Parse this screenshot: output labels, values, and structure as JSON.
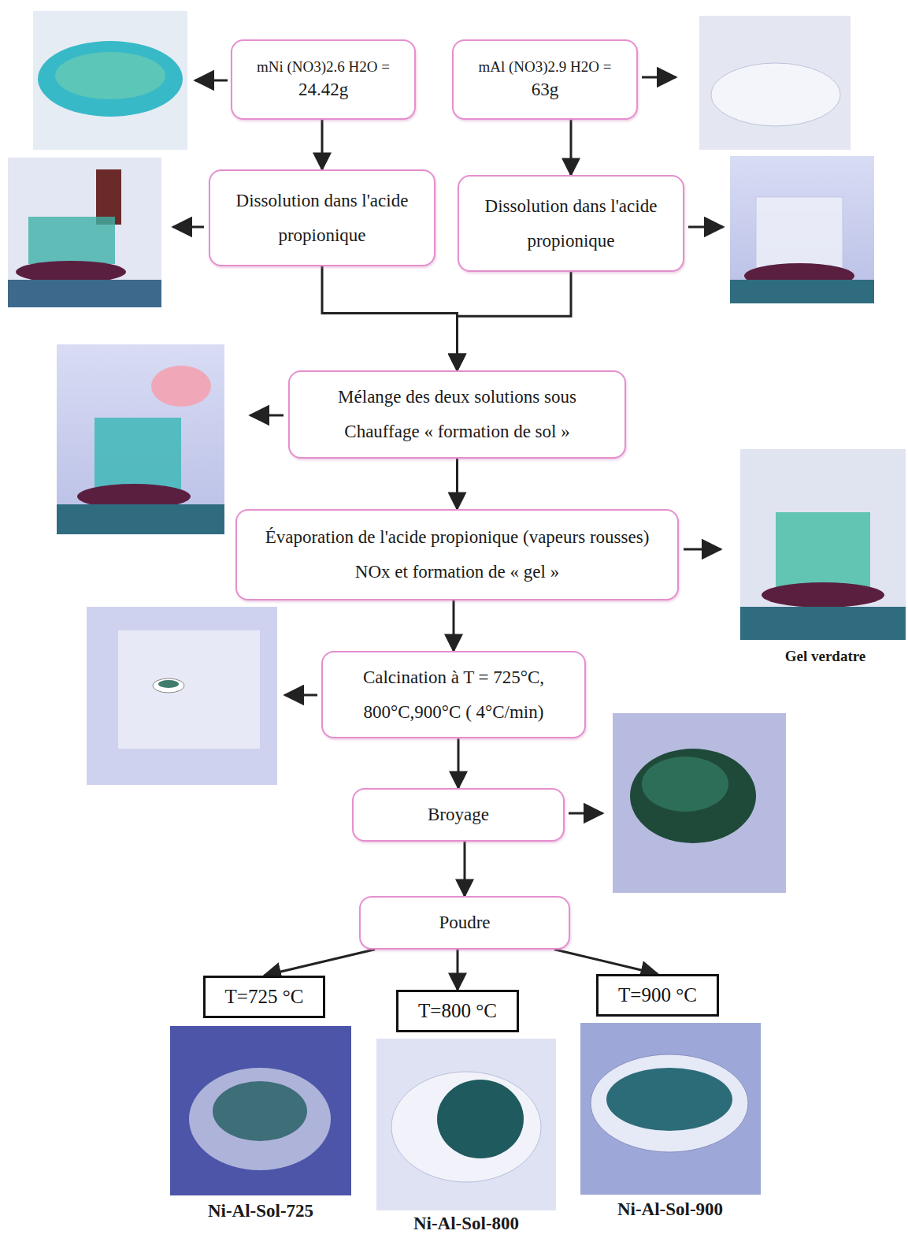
{
  "diagram": {
    "nodes": [
      {
        "text": [
          "mNi (NO3)2.6 H2O =",
          "24.42g"
        ]
      },
      {
        "text": [
          "mAl (NO3)2.9 H2O =",
          "63g"
        ]
      },
      {
        "text": [
          "Dissolution dans l'acide propionique"
        ]
      },
      {
        "text": [
          "Dissolution dans l'acide propionique"
        ]
      },
      {
        "text": [
          "Mélange des deux solutions sous Chauffage « formation de sol »"
        ]
      },
      {
        "text": [
          "Évaporation de l'acide propionique (vapeurs rousses) NOx et formation de « gel »"
        ]
      },
      {
        "text": [
          "Calcination à T = 725°C, 800°C,900°C ( 4°C/min)"
        ]
      },
      {
        "text": [
          "Broyage"
        ]
      },
      {
        "text": [
          "Poudre"
        ]
      },
      {
        "text": [
          "T=725 °C"
        ]
      },
      {
        "text": [
          "T=800 °C"
        ]
      },
      {
        "text": [
          "T=900 °C"
        ]
      }
    ],
    "edges": [
      {
        "from": 0,
        "to": 2,
        "arrow": "to"
      },
      {
        "from": 1,
        "to": 3,
        "arrow": "to"
      },
      {
        "from": 2,
        "to": 4,
        "arrow": "to"
      },
      {
        "from": 3,
        "to": 4,
        "arrow": "to"
      },
      {
        "from": 4,
        "to": 5,
        "arrow": "to"
      },
      {
        "from": 5,
        "to": 6,
        "arrow": "to"
      },
      {
        "from": 6,
        "to": 7,
        "arrow": "to"
      },
      {
        "from": 7,
        "to": 8,
        "arrow": "to"
      },
      {
        "from": 8,
        "to": 9,
        "arrow": "to"
      },
      {
        "from": 8,
        "to": 10,
        "arrow": "to"
      },
      {
        "from": 8,
        "to": 11,
        "arrow": "to"
      }
    ],
    "labels": [
      "Gel verdatre",
      "Ni-Al-Sol-725",
      "Ni-Al-Sol-800",
      "Ni-Al-Sol-900"
    ]
  }
}
